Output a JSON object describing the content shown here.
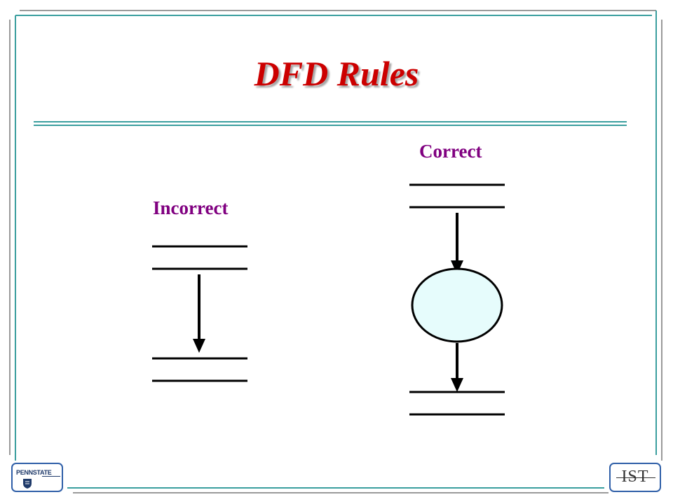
{
  "slide": {
    "title": "DFD Rules"
  },
  "diagram": {
    "incorrect_label": "Incorrect",
    "correct_label": "Correct"
  },
  "colors": {
    "title": "#cc0000",
    "labels": "#800080",
    "frame_teal": "#3a9e9e",
    "frame_gray": "#9a9a9a",
    "process_fill": "#e6fcfc",
    "logo_border": "#2f5fa8"
  },
  "logos": {
    "left_icon": "pennstate-logo",
    "right_icon": "ist-logo"
  }
}
